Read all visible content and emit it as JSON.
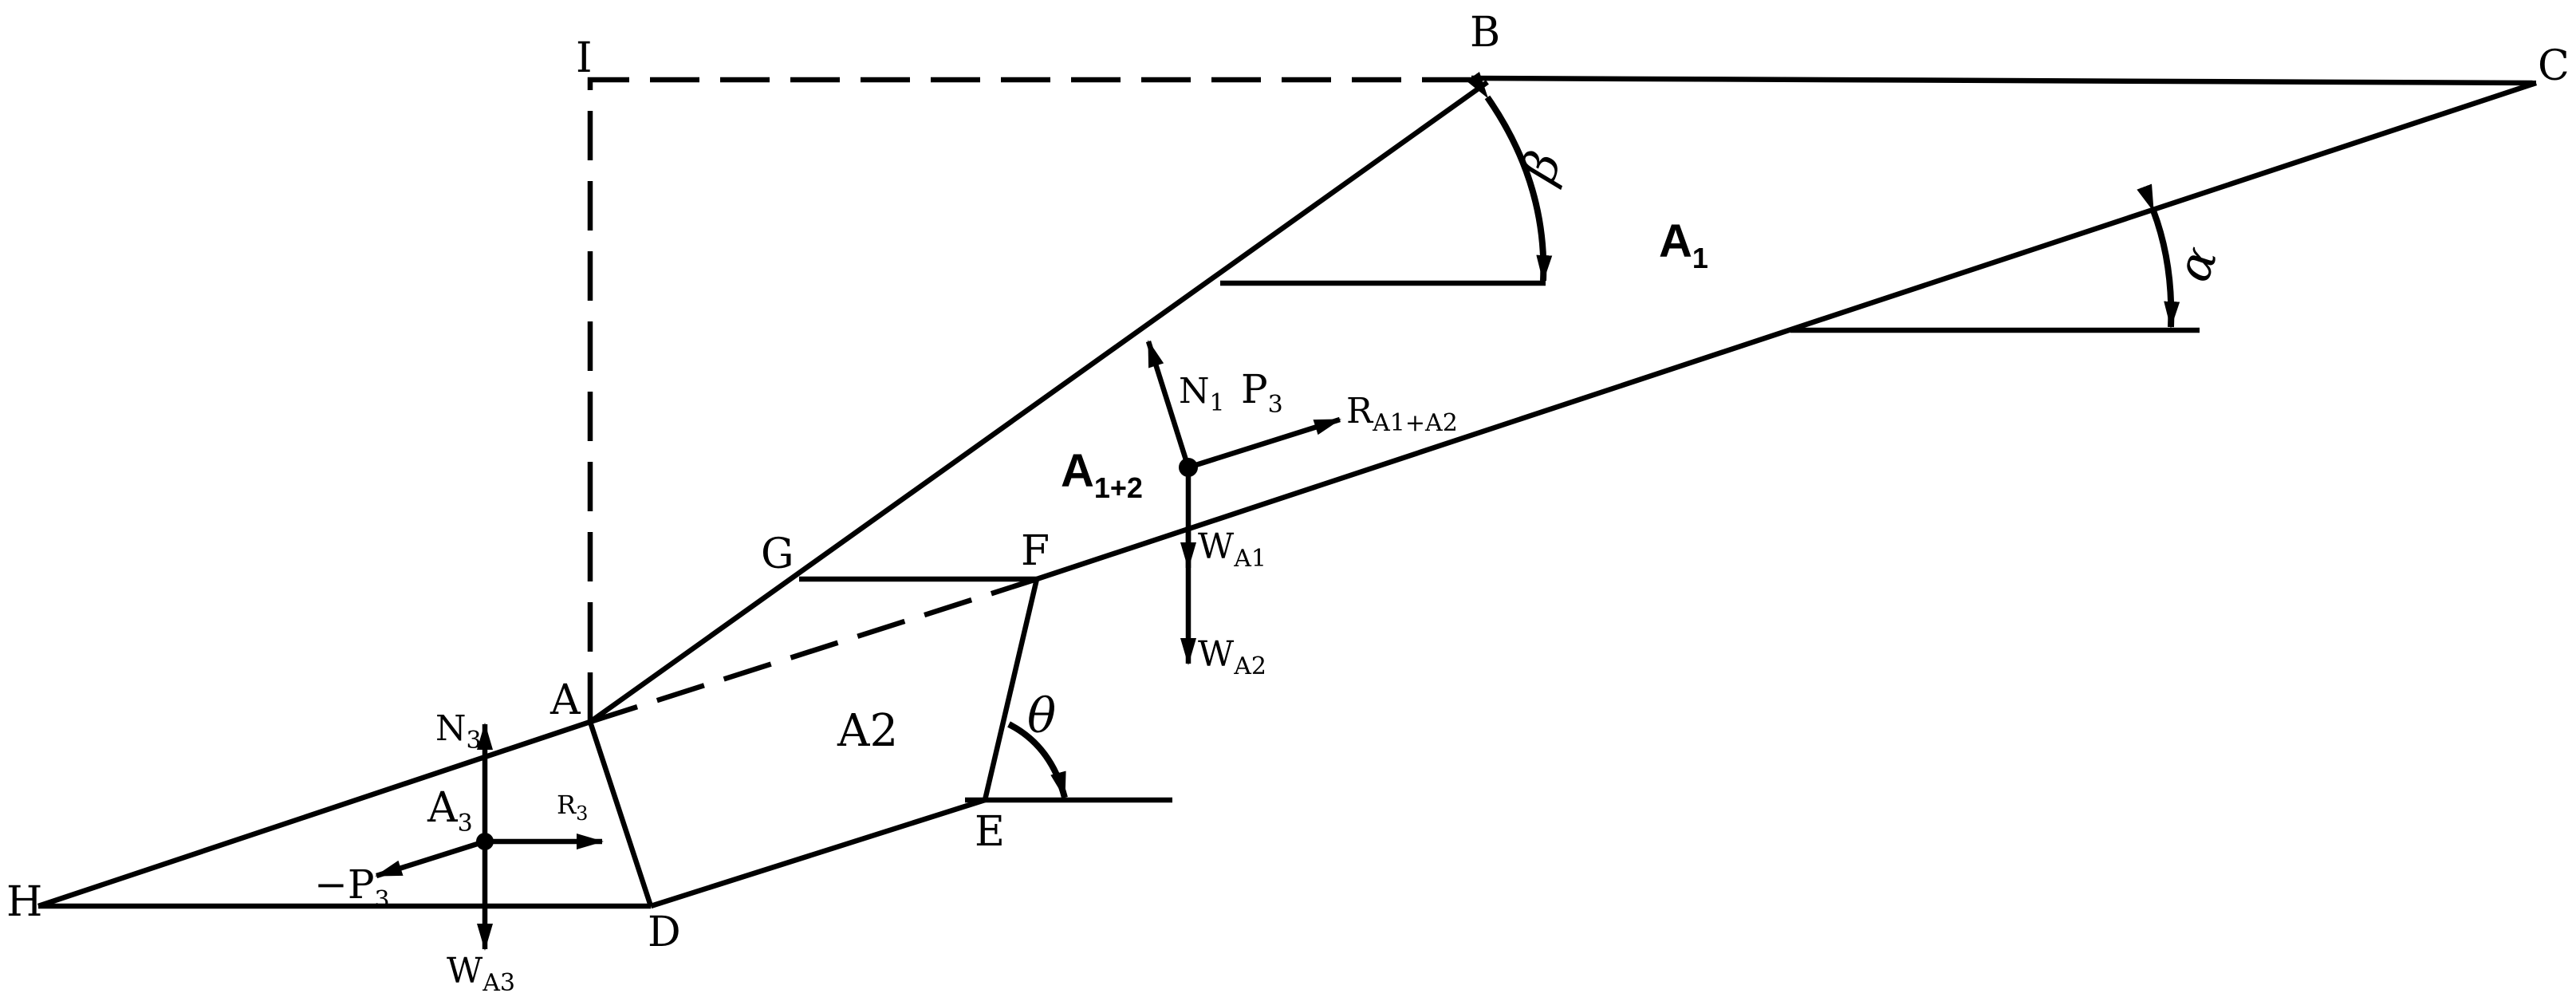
{
  "points": {
    "A": "A",
    "B": "B",
    "C": "C",
    "D": "D",
    "E": "E",
    "F": "F",
    "G": "G",
    "H": "H",
    "I": "I"
  },
  "regions": {
    "A1": {
      "main": "A",
      "sub": "1"
    },
    "A1_2": {
      "main": "A",
      "sub": "1+2"
    },
    "A2": "A2",
    "A3": {
      "main": "A",
      "sub": "3"
    }
  },
  "angles": {
    "beta": "β",
    "alpha": "α",
    "theta": "θ"
  },
  "forces": {
    "N1": {
      "main": "N",
      "sub": "1"
    },
    "P3": {
      "main": "P",
      "sub": "3"
    },
    "R_A1_A2": {
      "main": "R",
      "sub": "A1+A2"
    },
    "W_A1": {
      "main": "W",
      "sub": "A1"
    },
    "W_A2": {
      "main": "W",
      "sub": "A2"
    },
    "N3": {
      "main": "N",
      "sub": "3"
    },
    "R3": {
      "main": "R",
      "sub": "3"
    },
    "minus_P3": {
      "main": "−P",
      "sub": "3"
    },
    "W_A3": {
      "main": "W",
      "sub": "A3"
    }
  }
}
